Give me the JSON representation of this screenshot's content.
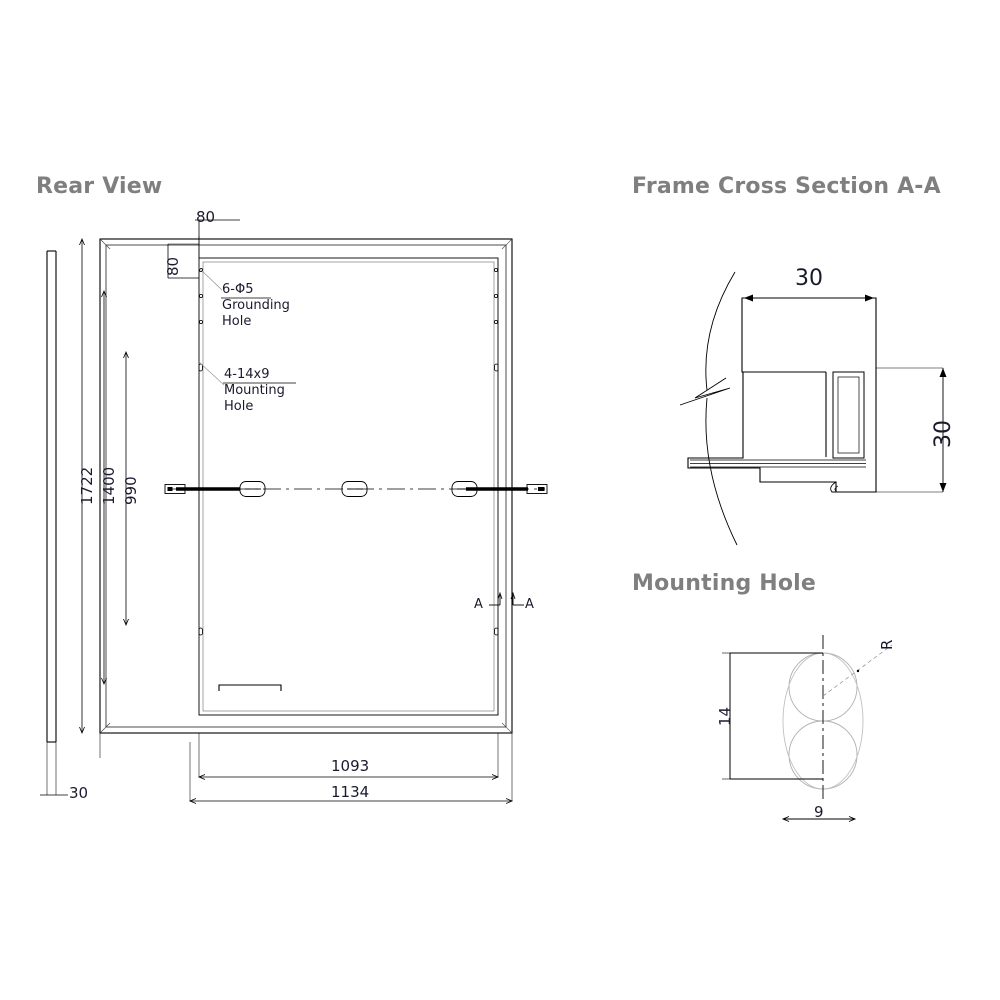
{
  "sheet": {
    "background": "#ffffff",
    "line_color": "#000000",
    "title_color": "#7f7f7f",
    "text_color": "#1a1a2e"
  },
  "views": {
    "rear": {
      "title": "Rear View",
      "dimensions": {
        "top_offset_h": "80",
        "top_offset_v": "80",
        "height_overall": "1722",
        "height_mount_outer": "1400",
        "height_mount_inner": "990",
        "width_inner": "1093",
        "width_overall": "1134",
        "frame_thickness": "30"
      },
      "notes": {
        "grounding": {
          "line1": "6-Φ5",
          "line2": "Grounding",
          "line3": "Hole"
        },
        "mounting": {
          "line1": "4-14x9",
          "line2": "Mounting",
          "line3": "Hole"
        }
      },
      "section_marks": {
        "left": "A",
        "right": "A"
      }
    },
    "frame_section": {
      "title": "Frame Cross Section A-A",
      "dimensions": {
        "width": "30",
        "height": "30"
      }
    },
    "mounting_hole": {
      "title": "Mounting Hole",
      "dimensions": {
        "height": "14",
        "width": "9",
        "radius": "R"
      }
    }
  }
}
